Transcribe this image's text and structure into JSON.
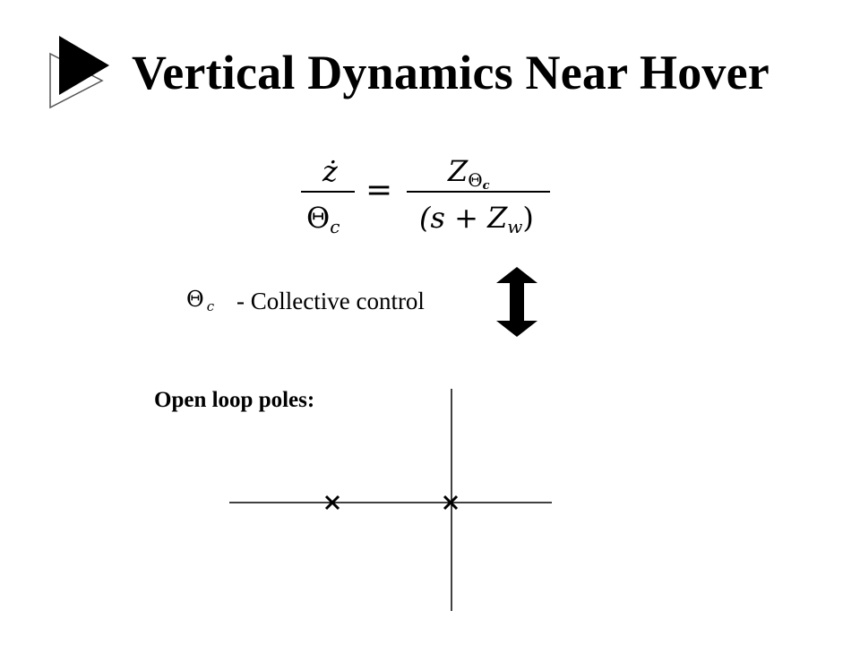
{
  "slide": {
    "title": "Vertical Dynamics Near Hover",
    "bullet_icon": "play-triangle-icon"
  },
  "equation": {
    "lhs_numerator": "ż",
    "lhs_denominator": "Θ",
    "lhs_denominator_sub": "c",
    "equals": "=",
    "rhs_numerator": "Z",
    "rhs_numerator_sub": "Θ",
    "rhs_numerator_subsub": "c",
    "rhs_denominator_open": "(s + Z",
    "rhs_denominator_sub": "w",
    "rhs_denominator_close": ")"
  },
  "control": {
    "symbol": "Θ",
    "symbol_sub": "c",
    "description": "- Collective control",
    "arrow_icon": "double-headed-vertical-arrow-icon"
  },
  "poles": {
    "heading": "Open loop poles:",
    "marker_icon": "cross-icon",
    "marker_count": 2
  }
}
